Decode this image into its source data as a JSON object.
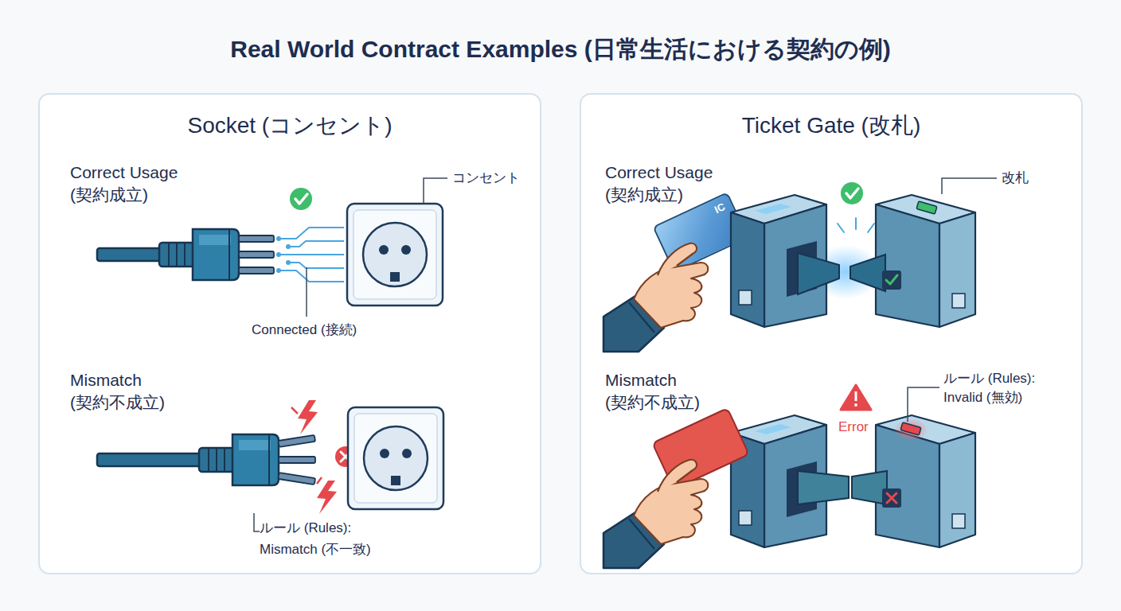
{
  "diagram": {
    "title": "Real World Contract Examples (日常生活における契約の例)",
    "nodes": [
      {
        "text": [
          "Socket (コンセント)"
        ]
      },
      {
        "text": [
          "Ticket Gate (改札)"
        ]
      },
      {
        "text": [
          "IC"
        ],
        "in": 1
      }
    ],
    "labels": [
      "Correct Usage (契約成立)",
      "コンセント",
      "Connected (接続)",
      "Mismatch (契約不成立)",
      "ルール (Rules): Mismatch (不一致)",
      "Correct Usage (契約成立)",
      "改札",
      "Mismatch (契約不成立)",
      "Error",
      "ルール (Rules): Invalid (無効)"
    ]
  }
}
